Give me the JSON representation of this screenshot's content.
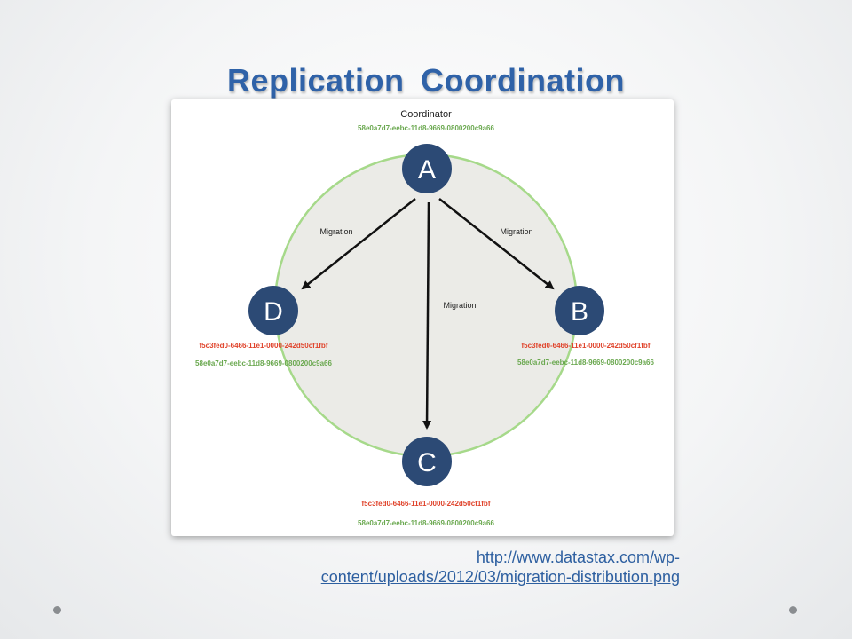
{
  "slide": {
    "title": "Replication Coordination",
    "source_url_line1": "http://www.datastax.com/wp-",
    "source_url_line2": "content/uploads/2012/03/migration-distribution.png"
  },
  "diagram": {
    "coordinator_label": "Coordinator",
    "coordinator_id": "58e0a7d7-eebc-11d8-9669-0800200c9a66",
    "nodes": {
      "a": "A",
      "b": "B",
      "c": "C",
      "d": "D"
    },
    "edge_labels": {
      "a_to_d": "Migration",
      "a_to_b": "Migration",
      "a_to_c": "Migration"
    },
    "node_ids": {
      "b_red": "f5c3fed0-6466-11e1-0000-242d50cf1fbf",
      "b_green": "58e0a7d7-eebc-11d8-9669-0800200c9a66",
      "c_red": "f5c3fed0-6466-11e1-0000-242d50cf1fbf",
      "c_green": "58e0a7d7-eebc-11d8-9669-0800200c9a66",
      "d_red": "f5c3fed0-6466-11e1-0000-242d50cf1fbf",
      "d_green": "58e0a7d7-eebc-11d8-9669-0800200c9a66"
    },
    "colors": {
      "node_fill": "#2c4a75",
      "ring_stroke": "#a6d98a",
      "ring_fill": "#ebebe7",
      "id_red": "#e0442c",
      "id_green": "#6aa84f",
      "title_blue": "#2f62a8"
    }
  }
}
